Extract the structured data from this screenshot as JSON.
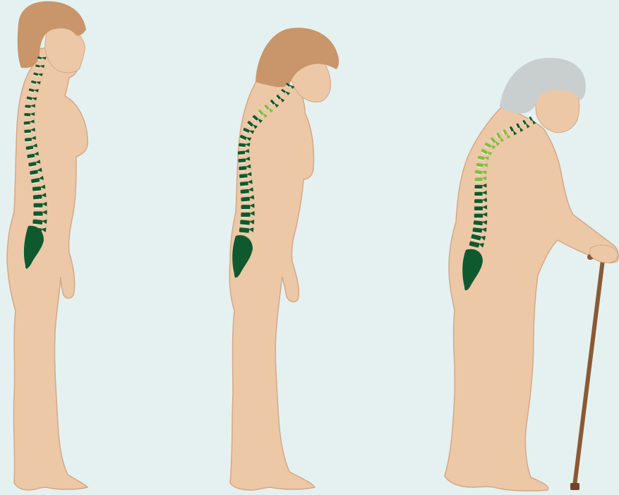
{
  "diagram": {
    "stages": [
      {
        "id": "stage-1",
        "hair_color": "#c9956a",
        "weakened_vertebrae": 0,
        "uses_cane": false
      },
      {
        "id": "stage-2",
        "hair_color": "#c9956a",
        "weakened_vertebrae": 2,
        "uses_cane": false
      },
      {
        "id": "stage-3",
        "hair_color": "#c8cfce",
        "weakened_vertebrae": 9,
        "uses_cane": true
      }
    ],
    "colors": {
      "background": "#e5f1f0",
      "skin": "#ecc8a7",
      "skin_outline": "#d3a887",
      "spine_healthy": "#0e5a2e",
      "spine_weakened": "#7cc043",
      "disc": "#f1e4cf",
      "cane": "#8a5a34"
    }
  }
}
